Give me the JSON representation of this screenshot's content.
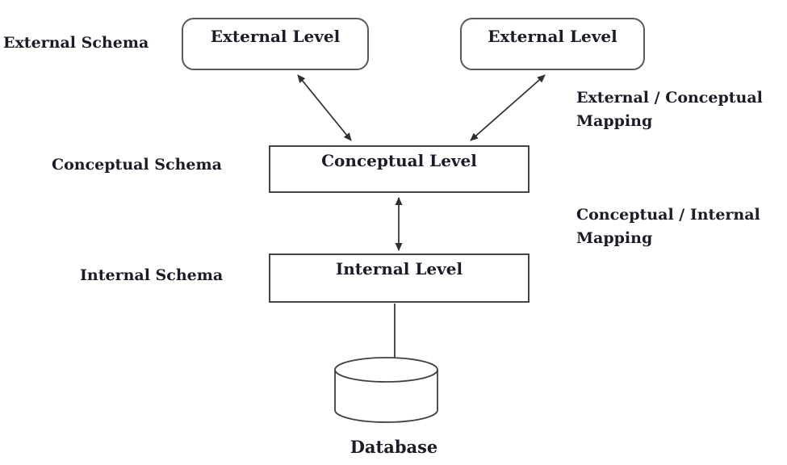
{
  "diagram": {
    "nodes": {
      "external1": {
        "label": "External Level"
      },
      "external2": {
        "label": "External Level"
      },
      "conceptual": {
        "label": "Conceptual Level"
      },
      "internal": {
        "label": "Internal Level"
      },
      "database": {
        "label": "Database"
      }
    },
    "side_labels": {
      "external_schema": "External Schema",
      "conceptual_schema": "Conceptual Schema",
      "internal_schema": "Internal Schema"
    },
    "mapping_labels": {
      "external_conceptual": "External / Conceptual Mapping",
      "conceptual_internal": "Conceptual / Internal Mapping"
    },
    "colors": {
      "ink": "#1c1c28",
      "rounded_box_border": "#595959",
      "rect_box_border": "#454545",
      "connector": "#2f2f2f",
      "background": "#ffffff"
    }
  }
}
